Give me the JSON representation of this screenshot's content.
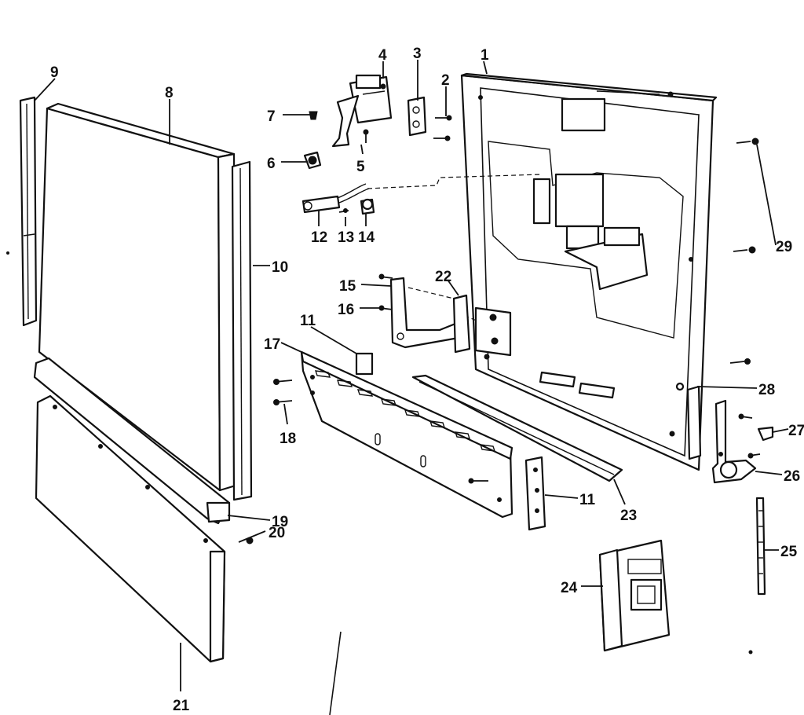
{
  "diagram": {
    "callouts": {
      "c1": "1",
      "c2": "2",
      "c3": "3",
      "c4": "4",
      "c5": "5",
      "c6": "6",
      "c7": "7",
      "c8": "8",
      "c9": "9",
      "c10": "10",
      "c11a": "11",
      "c11b": "11",
      "c12": "12",
      "c13": "13",
      "c14": "14",
      "c15": "15",
      "c16": "16",
      "c17": "17",
      "c18": "18",
      "c19": "19",
      "c20": "20",
      "c21": "21",
      "c22": "22",
      "c23": "23",
      "c24": "24",
      "c25": "25",
      "c26": "26",
      "c27": "27",
      "c28": "28",
      "c29": "29"
    },
    "colors": {
      "line": "#111111",
      "background": "#ffffff"
    }
  }
}
